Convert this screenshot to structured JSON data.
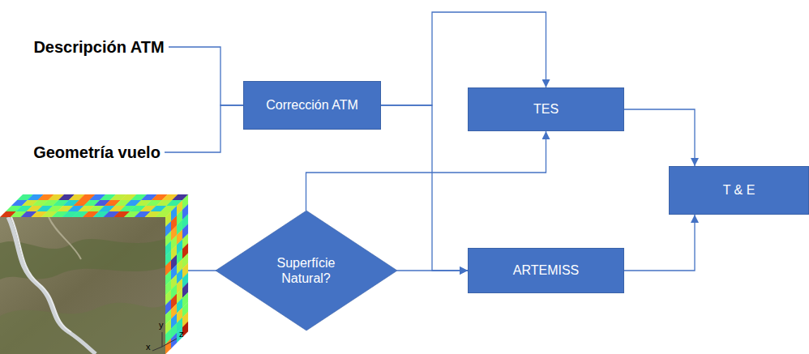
{
  "diagram": {
    "nodes": [
      {
        "text": [
          "Descripción ATM"
        ]
      },
      {
        "text": [
          "Geometría vuelo"
        ]
      },
      {
        "text": [
          "Corrección ATM"
        ]
      },
      {
        "text": [
          "TES"
        ]
      },
      {
        "text": [
          "Superfície Natural?"
        ]
      },
      {
        "text": [
          "ARTEMISS"
        ]
      },
      {
        "text": [
          "T & E"
        ]
      }
    ],
    "edges": [
      {
        "from": 0,
        "to": 2,
        "arrow": "none"
      },
      {
        "from": 1,
        "to": 2,
        "arrow": "none"
      },
      {
        "from": 2,
        "to": 3,
        "arrow": "to"
      },
      {
        "from": 2,
        "to": 5,
        "arrow": "to"
      },
      {
        "from": 4,
        "to": 3,
        "arrow": "to"
      },
      {
        "from": 4,
        "to": 5,
        "arrow": "to"
      },
      {
        "from": 3,
        "to": 6,
        "arrow": "to"
      },
      {
        "from": 5,
        "to": 6,
        "arrow": "to"
      }
    ],
    "labels": [
      "y",
      "z",
      "x"
    ]
  }
}
